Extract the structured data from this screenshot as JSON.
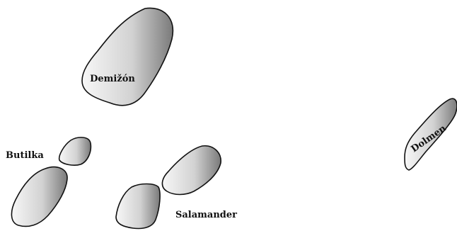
{
  "labels": {
    "demizon": "Demižón",
    "butilka": "Butilka",
    "salamander": "Salamander",
    "dolmen": "Dolmen"
  },
  "colors": {
    "stone_light": "#f7f7f7",
    "stone_mid": "#d2d2d2",
    "stone_dark": "#7a7a7a",
    "outline": "#111111",
    "background": "#ffffff"
  }
}
